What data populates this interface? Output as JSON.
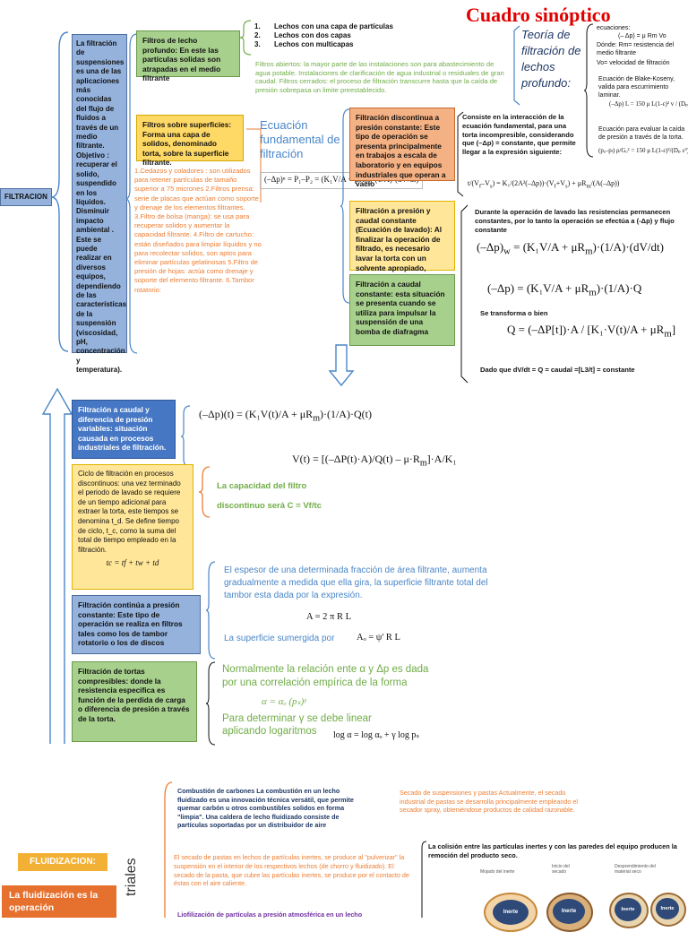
{
  "header": {
    "title": "Cuadro sinóptico"
  },
  "topright": {
    "theory_label": "Teoría de filtración de lechos profundo:",
    "lines": [
      "ecuaciones:",
      "(– Δp) = μ Rm Vo",
      "Dónde: Rm= resistencia del medio filtrante",
      "Vo= velocidad de filtración",
      "Ecuación de Blake-Koseny, valida para escurrimiento laminar.",
      "Ecuación para evaluar la caída de presión a través de la torta."
    ]
  },
  "left": {
    "filtracion_tag": "FILTRACION",
    "intro": "La filtración de suspensiones es una de las aplicaciones más conocidas del flujo de fluidos a través de un medio filtrante. Objetivo : recuperar el solido, suspendido en los líquidos. Disminuir impacto ambiental . Este se puede realizar en diversos equipos, dependiendo de las características de la suspensión (viscosidad, pH, concentración y temperatura)."
  },
  "deep_bed": {
    "box": "Filtros de lecho profundo: En este las partículas solidas son atrapadas en el medio filtrante",
    "list": [
      "Lechos con una capa de partículas",
      "Lechos con dos capas",
      "Lechos con multicapas"
    ],
    "open_closed": "Filtros abiertos: la mayor parte de las instalaciones son para abastecimiento de agua potable. Instalaciones de clarificación de agua industrial o residuales de gran caudal. Filtros cerrados: el proceso de filtración transcurre hasta que la caída de presión sobrepasa un limite preestablecido."
  },
  "surface": {
    "box": "Filtros sobre superficies: Forma una capa de solidos, denominado torta, sobre la superficie filtrante.",
    "list": "1.Cedazos y coladores : son utilizados para retener partículas de tamaño superior a 75 micrones 2.Filtros prensa: serie de placas que actúan como soporte y drenaje de los elementos filtrantes. 3.Filtro de bolsa (manga): se usa para recuperar solidos y aumentar la capacidad filtrante. 4.Filtro de cartucho: están diseñados para limpiar líquidos y no para recolectar solidos, son aptos para eliminar partículas gelatinosas 5.Filtro de presión de hojas: actúa como drenaje y soporte del elemento filtrante. 6.Tambor rotatorio:"
  },
  "fundamental": {
    "label": "Ecuación fundamental de filtración"
  },
  "discontinuous": {
    "box": "Filtración discontinua a presión constante: Este tipo de operación se presenta principalmente en trabajos a escala de laboratorio y en equipos industriales que operan a vacío",
    "desc": "Consiste en la interacción de la ecuación fundamental, para una torta incompresible, considerando que (–Δp) = constante, que permite llegar a la expresión siguiente:"
  },
  "wash": {
    "box": "Filtración a presión y caudal constante (Ecuación de lavado): Al finalizar la operación de filtrado, es necesario lavar la torta con un solvente apropiado,",
    "desc": "Durante la operación de lavado las resistencias permanecen constantes, por lo tanto la operación se efectúa a (-Δp) y flujo constante"
  },
  "const_flow": {
    "box": "Filtración a caudal constante: esta situación se presenta cuando se utiliza para impulsar la suspensión de una bomba de diafragma",
    "transform": "Se transforma o bien",
    "dado": "Dado que dV/dt = Q = caudal =[L3/t] = constante"
  },
  "variable": {
    "box": "Filtración a caudal y diferencia de presión variables: situación causada en procesos industriales de filtración."
  },
  "cycle": {
    "box": "Ciclo de filtración en procesos discontinuos: una vez terminado el periodo de lavado se requiere de un tiempo adicional para extraer la torta, este tiempos se denomina t_d. Se define tiempo de ciclo, t_c, como la suma del total de tiempo empleado en la filtración.",
    "formula": "tc = tf + tw + td",
    "capacity": "La capacidad del filtro discontinuo será C = Vf/tc"
  },
  "continuous": {
    "box": "Filtración continúa a presión constante: Este tipo de operación se realiza en filtros tales como los de tambor rotatorio o los de discos",
    "desc": "El espesor de una determinada fracción de área filtrante, aumenta gradualmente a medida que ella gira, la superficie filtrante total del tambor esta dada por la expresión.",
    "area": "A = 2 π R L",
    "submerged": "La superficie sumergida por",
    "submerged_formula": "Aₒ = ψ' R L"
  },
  "compressible": {
    "box": "Filtración de tortas compresibles: donde la resistencia especifica es función de la perdida de carga o diferencia de presión a través de la torta.",
    "line1": "Normalmente la relación ente α y Δp es dada por una correlación empírica de la forma",
    "formula": "α = αₒ (pₛ)ᵞ",
    "line2": "Para determinar γ se debe linear aplicando logaritmos",
    "log": "log α = log αₒ + γ log pₛ"
  },
  "bottom": {
    "fluid_tag": "FLUIDIZACION:",
    "fluid_intro": "La fluidización es la operación",
    "vertical": "triales",
    "combustion": "Combustión de carbones La combustión en un lecho fluidizado es una innovación técnica versátil, que permite quemar carbón u otros combustibles solidos en forma \"limpia\". Una caldera de lecho fluidizado consiste de partículas soportadas por un distribuidor de aire",
    "secado_susp": "Secado de suspensiones y pastas Actualmente, el secado industrial de pastas se desarrolla principalmente empleando el secador spray, obteniéndose productos de calidad razonable.",
    "secado_pastas": "El secado de pastas en lechos de partículas inertes, se produce al \"pulverizar\" la suspensión en el interior de los respectivos lechos (de chorro y fluidizado). El secado de la pasta, que cubre las partículas inertes, se produce por el contacto de éstas con el aire caliente.",
    "colision": "La colisión entre las partículas inertes y con las paredes del equipo producen la remoción del producto seco.",
    "labels": [
      "Mojado del inerte",
      "Inicio del secado",
      "Desprendimiento del material seco"
    ],
    "inerte": "Inerte",
    "liofil": "Liofilización de partículas a presión atmosférica en un lecho"
  },
  "colors": {
    "red_title": "#e00000",
    "green": "#70ad47",
    "orange": "#ed7d31",
    "blue": "#4a86c8"
  }
}
